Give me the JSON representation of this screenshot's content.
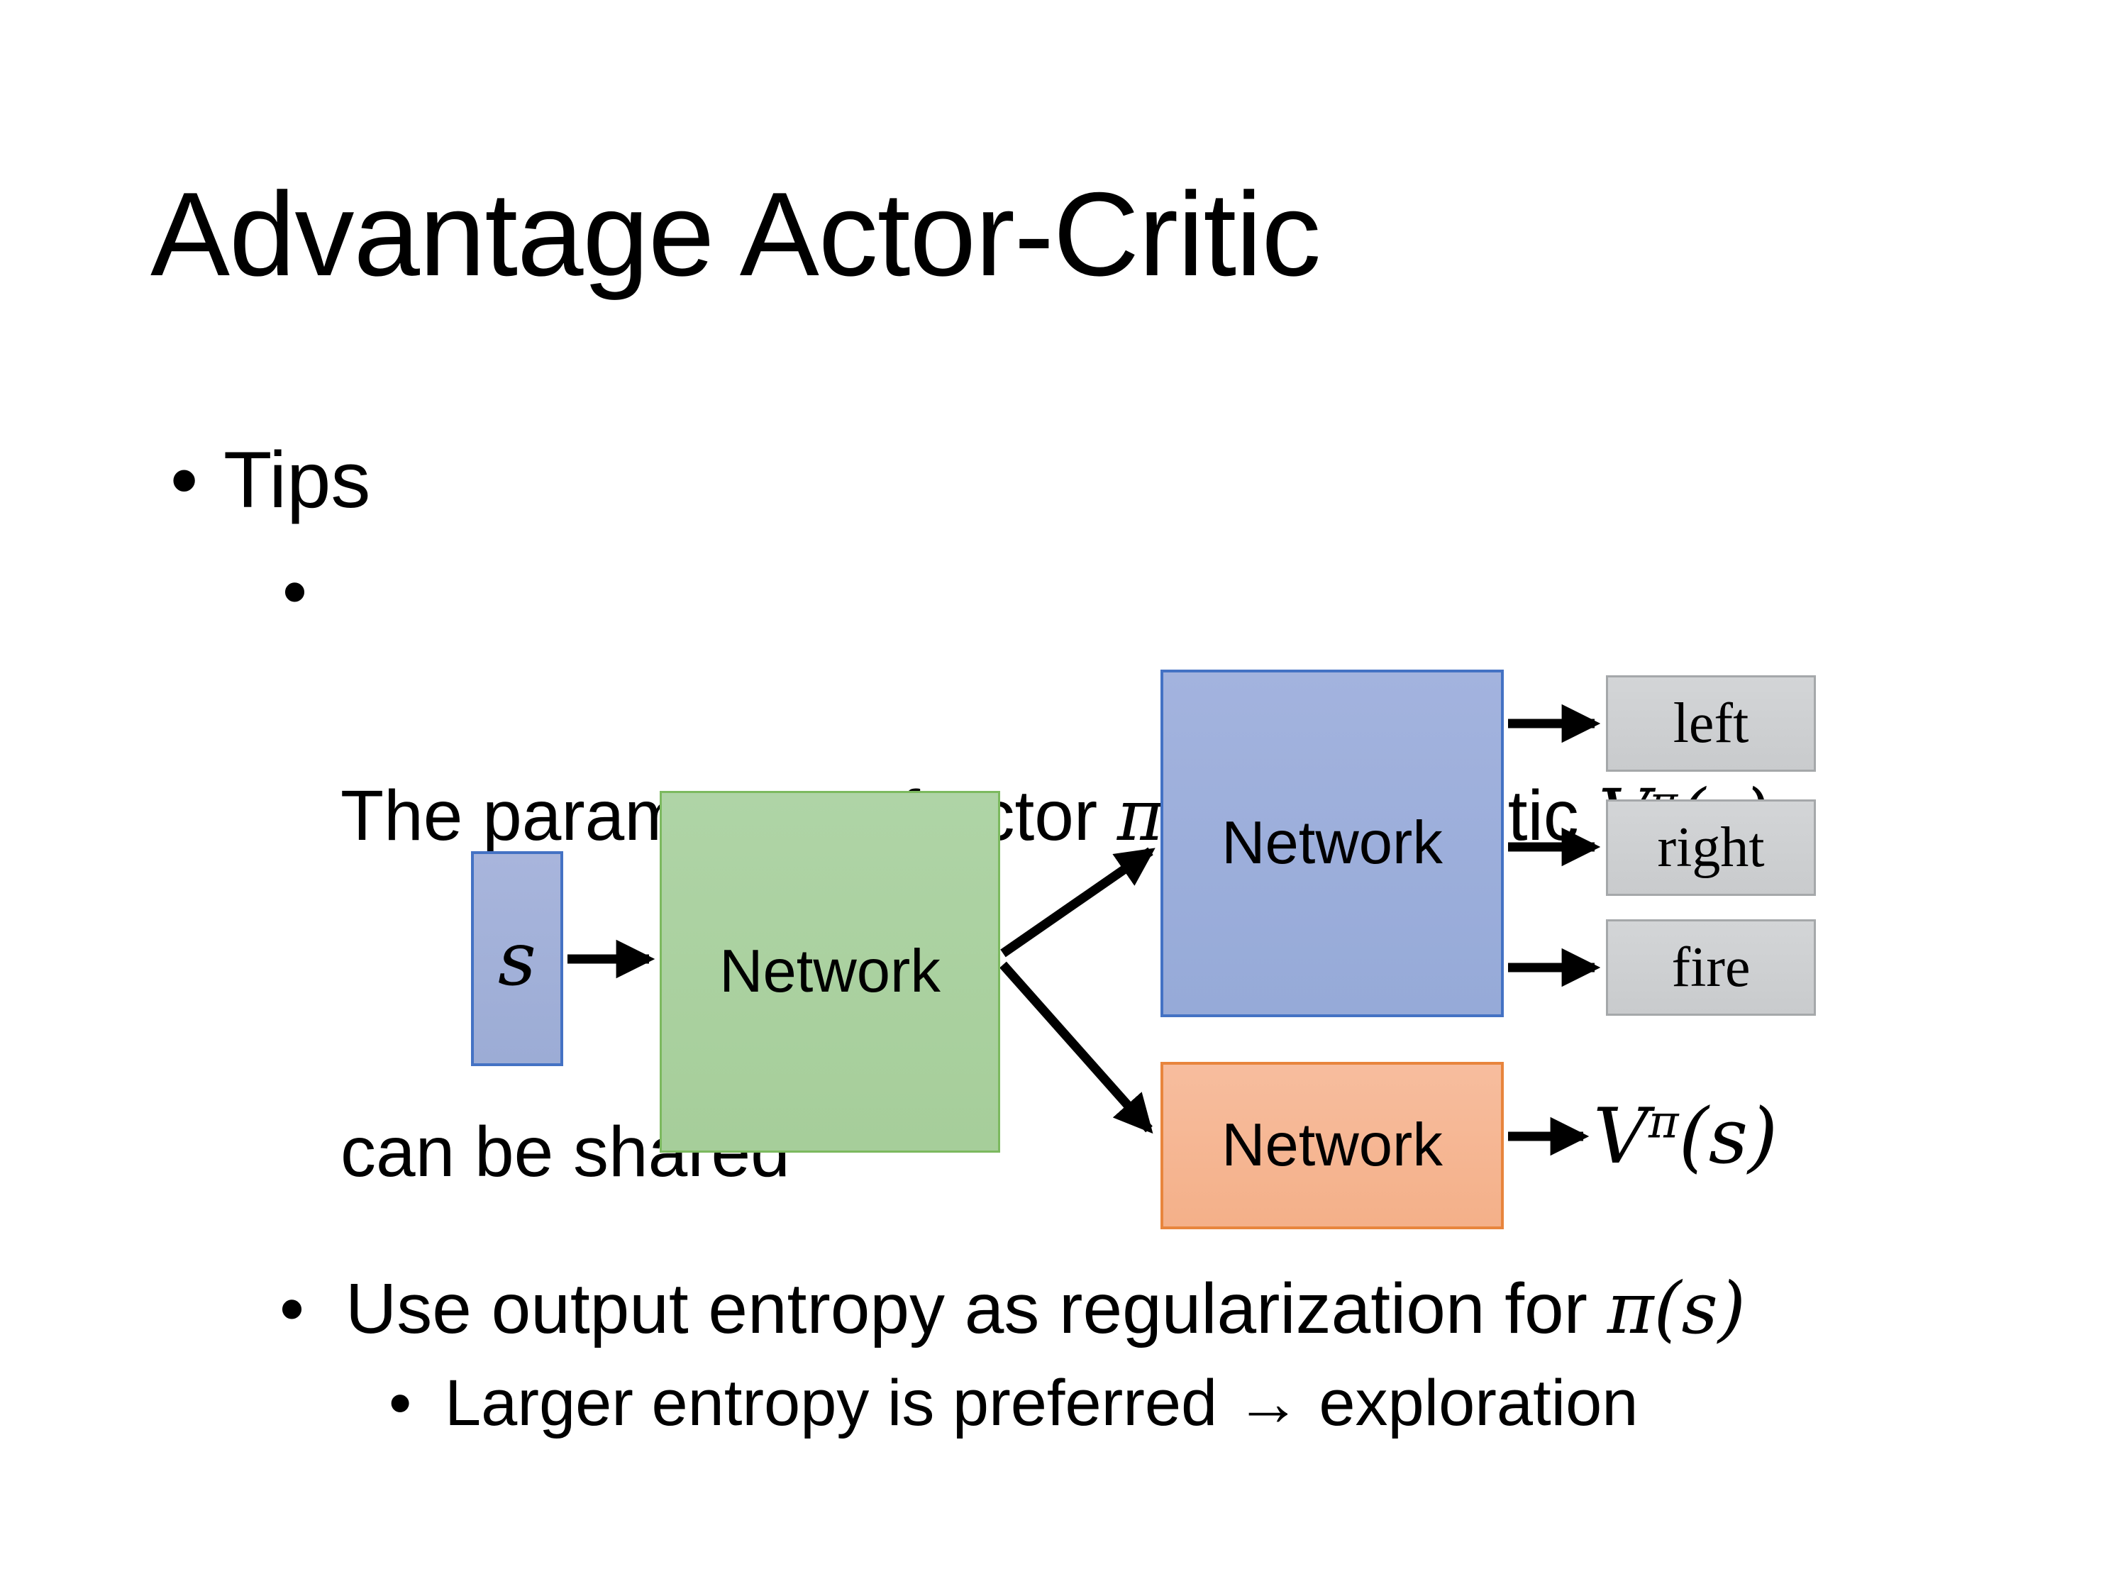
{
  "title": "Advantage Actor-Critic",
  "bullets": {
    "bullet_char": "•",
    "tips": "Tips",
    "param": {
      "prefix": "The parameters of actor ",
      "actor_math": "π(s)",
      "middle": "  and critic ",
      "critic_base": "V",
      "critic_sup": "π",
      "critic_args": "(s)",
      "continuation": "can be shared"
    },
    "entropy": {
      "prefix": "Use output entropy as regularization for ",
      "math": "π(s)"
    },
    "exploration": "Larger entropy is preferred → exploration"
  },
  "diagram": {
    "state_label": "s",
    "shared_network": "Network",
    "actor_network": "Network",
    "critic_network": "Network",
    "actions": [
      "left",
      "right",
      "fire"
    ],
    "value": {
      "base": "V",
      "sup": "π",
      "args": "(s)"
    },
    "colors": {
      "state_fill": "#A3B1D9",
      "state_border": "#4472C4",
      "shared_fill": "#ACD2A2",
      "shared_border": "#7CB95F",
      "actor_fill": "#9DAFDC",
      "actor_border": "#4472C4",
      "critic_fill": "#F5B48F",
      "critic_border": "#E8853D",
      "action_fill": "#CDD0D2",
      "action_border": "#A5A8AA",
      "arrow": "#000000"
    }
  }
}
